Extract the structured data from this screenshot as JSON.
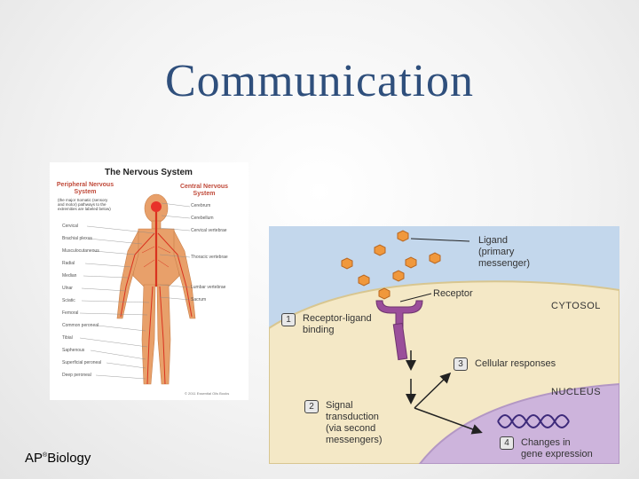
{
  "slide": {
    "title": "Communication",
    "footer": {
      "prefix": "AP",
      "registered_mark": "®",
      "subject": "Biology"
    }
  },
  "nervous_system_figure": {
    "title": "The Nervous System",
    "pns_heading": "Peripheral Nervous System",
    "pns_note": "(the major Somatic (sensory and motor) pathways to the extremities are labeled below)",
    "cns_heading": "Central Nervous System",
    "left_labels": [
      "Cervical",
      "Brachial plexus",
      "Musculocutaneous",
      "Radial",
      "Median",
      "Ulnar",
      "Sciatic",
      "Femoral",
      "Common peroneal",
      "Tibial",
      "Saphenous",
      "Superficial peroneal",
      "Deep peroneal"
    ],
    "right_labels": [
      "Cerebrum",
      "Cerebellum",
      "Cervical vertebrae",
      "Thoracic vertebrae",
      "Lumbar vertebrae",
      "Sacrum"
    ],
    "copyright": "© 2011 Essential Oils Books",
    "colors": {
      "skin": "#e8a06a",
      "nerve": "#d9321f",
      "heading": "#c04a3a"
    }
  },
  "signaling_diagram": {
    "ligand_label": "Ligand (primary messenger)",
    "ligand_label_lines": [
      "Ligand",
      "(primary",
      "messenger)"
    ],
    "receptor_label": "Receptor",
    "cytosol_label": "CYTOSOL",
    "nucleus_label": "NUCLEUS",
    "steps": [
      {
        "number": "1",
        "lines": [
          "Receptor-ligand",
          "binding"
        ]
      },
      {
        "number": "2",
        "lines": [
          "Signal",
          "transduction",
          "(via second",
          "messengers)"
        ]
      },
      {
        "number": "3",
        "lines": [
          "Cellular responses"
        ]
      },
      {
        "number": "4",
        "lines": [
          "Changes in",
          "gene expression"
        ]
      }
    ],
    "colors": {
      "extracellular": "#c3d7ec",
      "cytosol": "#f4e8c6",
      "nucleus": "#cdb4dc",
      "ligand": "#f0983c",
      "receptor": "#9a4e9a",
      "dna": "#3d2a7a"
    }
  }
}
